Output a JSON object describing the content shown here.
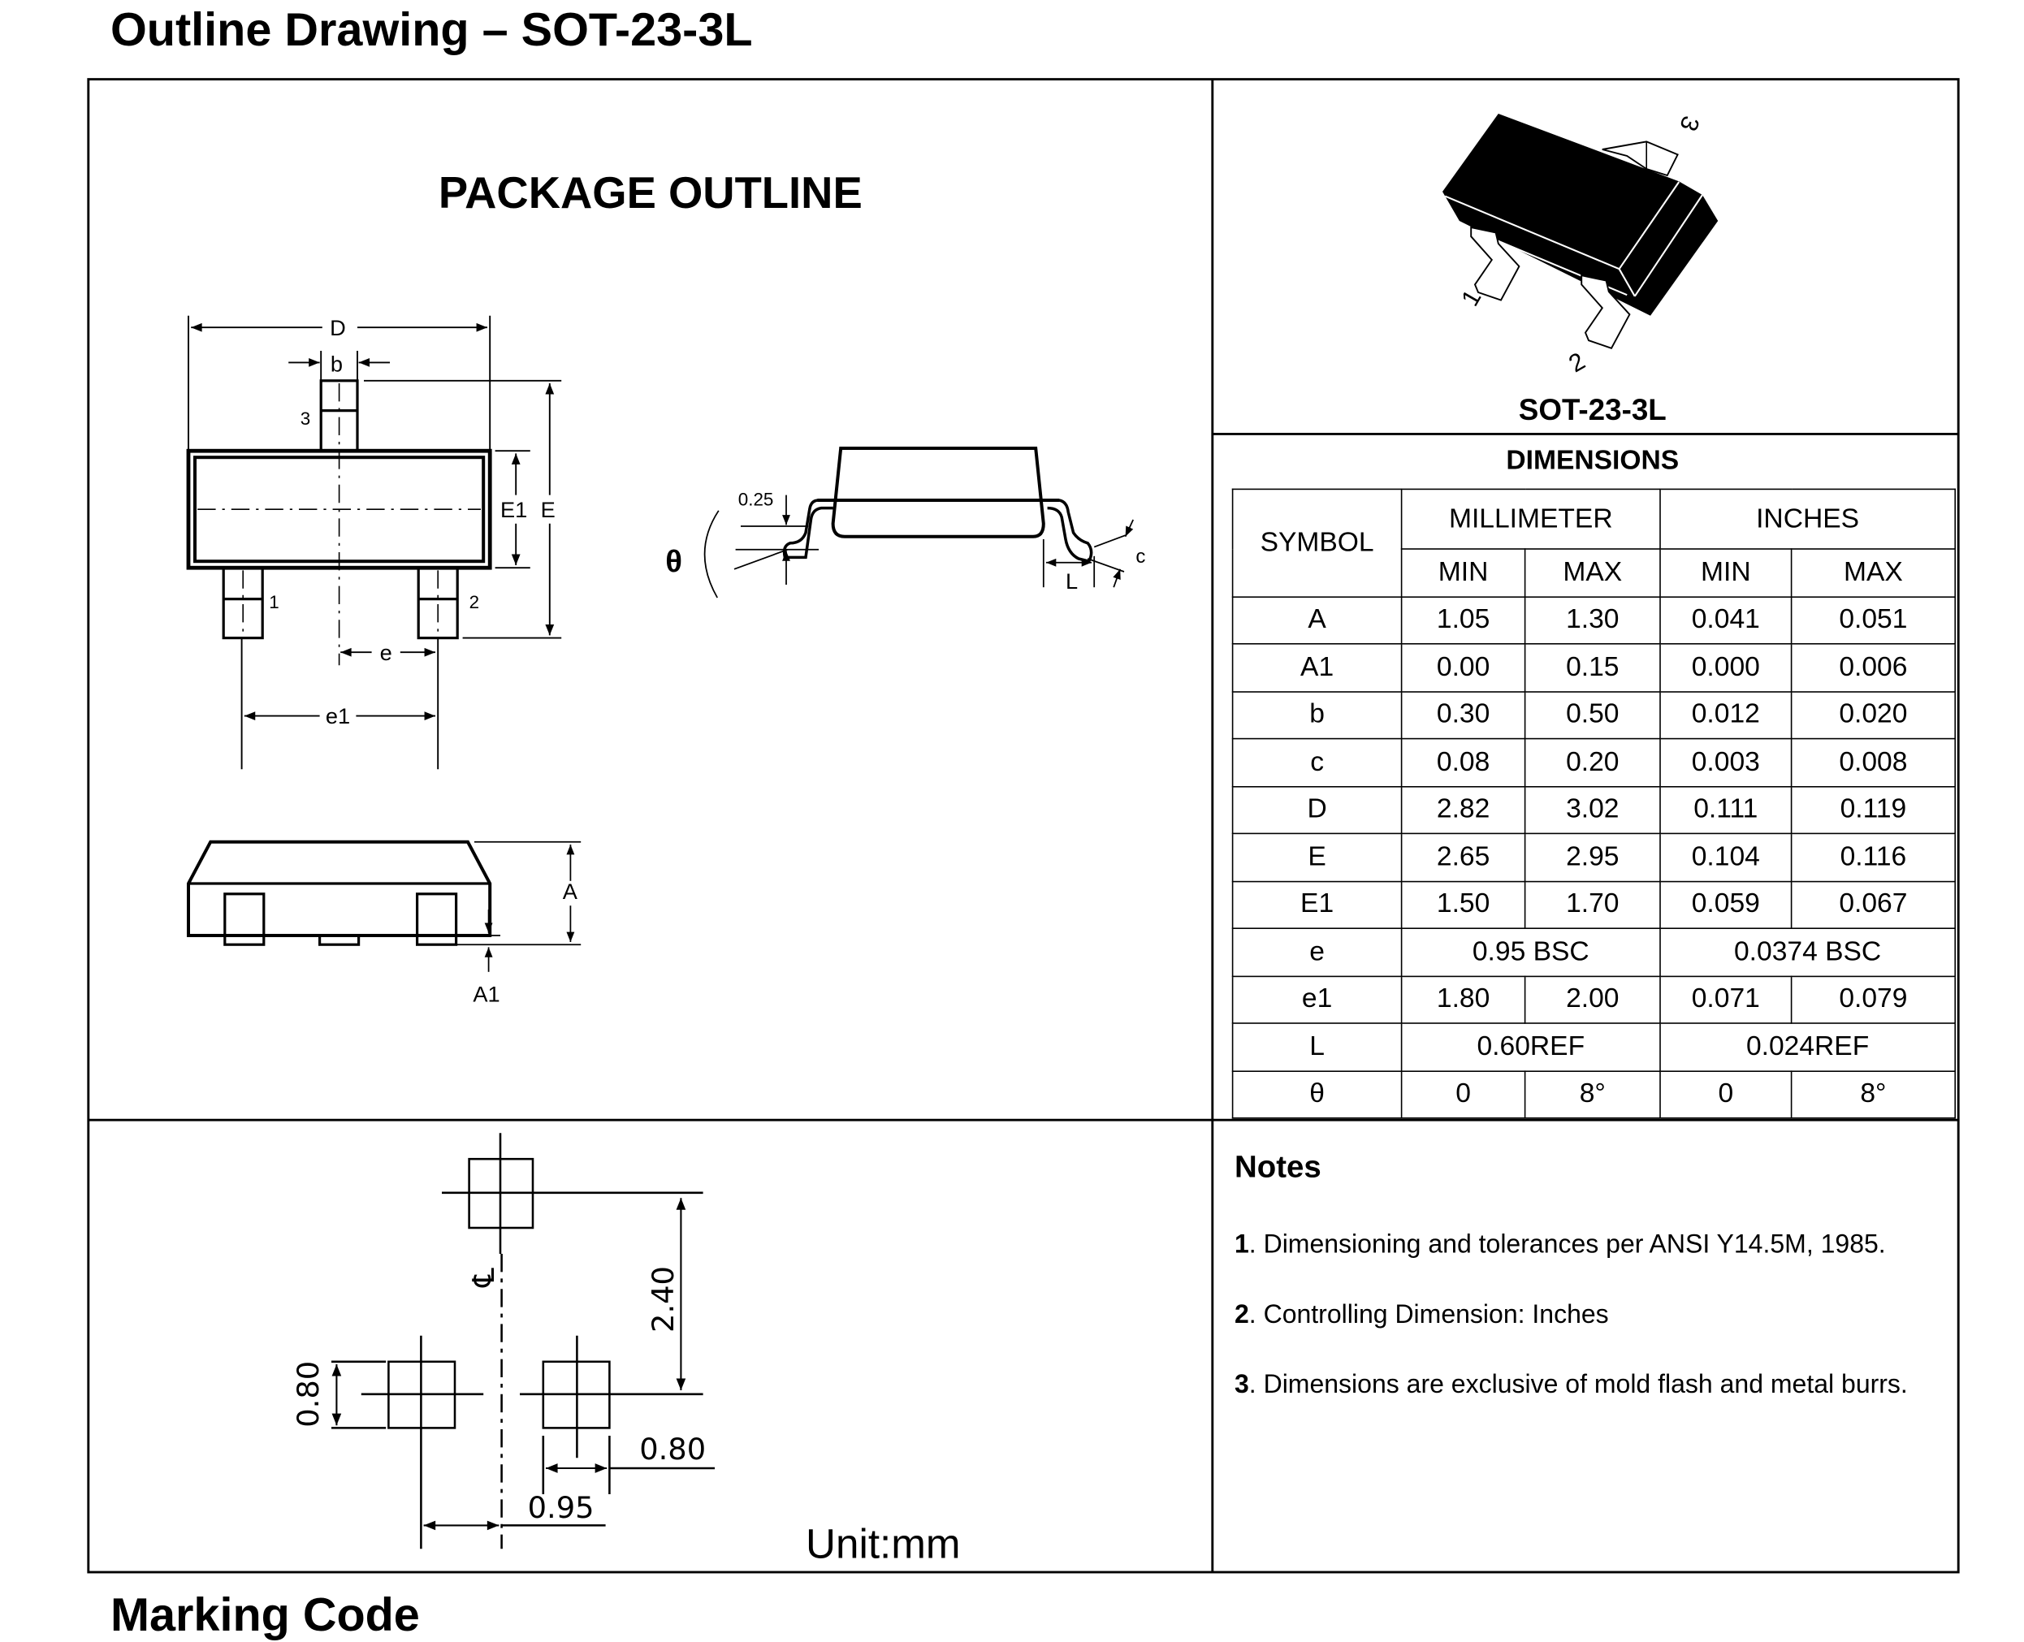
{
  "title": "Outline Drawing – SOT-23-3L",
  "package_outline": {
    "heading": "PACKAGE OUTLINE",
    "top_view_labels": {
      "D": "D",
      "b": "b",
      "pin3": "3",
      "E1": "E1",
      "E": "E",
      "pin1": "1",
      "pin2": "2",
      "e": "e",
      "e1": "e1"
    },
    "side_view_labels": {
      "lead_offset": "0.25",
      "theta": "θ",
      "L": "L",
      "c": "c"
    },
    "front_view_labels": {
      "A": "A",
      "A1": "A1"
    }
  },
  "package_image": {
    "pin_labels": [
      "1",
      "2",
      "3"
    ],
    "caption": "SOT-23-3L"
  },
  "dimensions": {
    "title": "DIMENSIONS",
    "headers": {
      "symbol": "SYMBOL",
      "mm": "MILLIMETER",
      "inches": "INCHES",
      "min": "MIN",
      "max": "MAX"
    },
    "rows": [
      {
        "symbol": "A",
        "mm": [
          "1.05",
          "1.30"
        ],
        "in": [
          "0.041",
          "0.051"
        ]
      },
      {
        "symbol": "A1",
        "mm": [
          "0.00",
          "0.15"
        ],
        "in": [
          "0.000",
          "0.006"
        ]
      },
      {
        "symbol": "b",
        "mm": [
          "0.30",
          "0.50"
        ],
        "in": [
          "0.012",
          "0.020"
        ]
      },
      {
        "symbol": "c",
        "mm": [
          "0.08",
          "0.20"
        ],
        "in": [
          "0.003",
          "0.008"
        ]
      },
      {
        "symbol": "D",
        "mm": [
          "2.82",
          "3.02"
        ],
        "in": [
          "0.111",
          "0.119"
        ]
      },
      {
        "symbol": "E",
        "mm": [
          "2.65",
          "2.95"
        ],
        "in": [
          "0.104",
          "0.116"
        ]
      },
      {
        "symbol": "E1",
        "mm": [
          "1.50",
          "1.70"
        ],
        "in": [
          "0.059",
          "0.067"
        ]
      },
      {
        "symbol": "e",
        "mm": [
          "0.95 BSC"
        ],
        "in": [
          "0.0374 BSC"
        ]
      },
      {
        "symbol": "e1",
        "mm": [
          "1.80",
          "2.00"
        ],
        "in": [
          "0.071",
          "0.079"
        ]
      },
      {
        "symbol": "L",
        "mm": [
          "0.60REF"
        ],
        "in": [
          "0.024REF"
        ]
      },
      {
        "symbol": "θ",
        "mm": [
          "0",
          "8°"
        ],
        "in": [
          "0",
          "8°"
        ]
      }
    ]
  },
  "footprint": {
    "pad_pitch_vertical": "2.40",
    "pad_height": "0.80",
    "pad_width": "0.80",
    "pad_offset": "0.95",
    "centerline": "℄",
    "unit": "Unit:mm"
  },
  "notes": {
    "heading": "Notes",
    "items": [
      {
        "num": "1",
        "text": ". Dimensioning and tolerances per ANSI Y14.5M, 1985."
      },
      {
        "num": "2",
        "text": ". Controlling Dimension: Inches"
      },
      {
        "num": "3",
        "text": ". Dimensions are exclusive of mold flash and metal burrs."
      }
    ]
  },
  "next_section": "Marking Code"
}
